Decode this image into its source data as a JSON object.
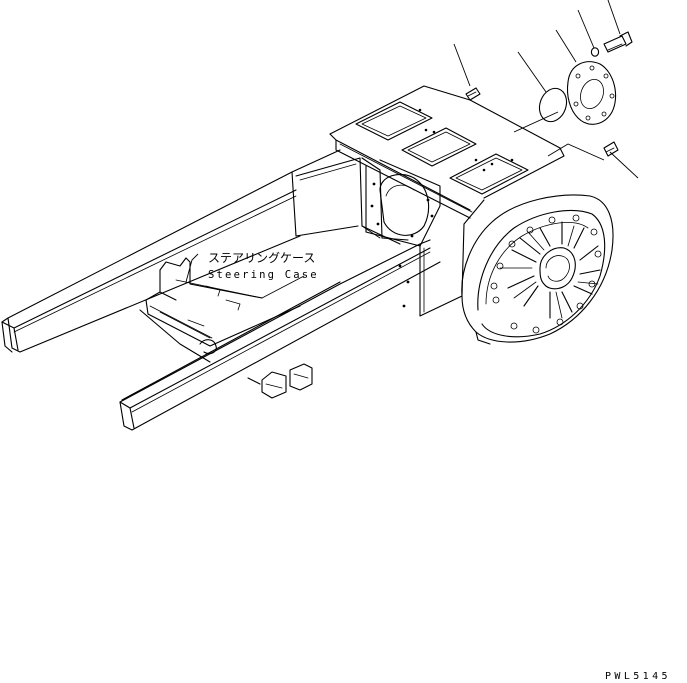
{
  "diagram": {
    "labels": {
      "part_name_jp": "ステアリングケース",
      "part_name_en": "Steering Case",
      "drawing_code": "PWL5145"
    },
    "colors": {
      "line": "#000000",
      "background": "#ffffff"
    }
  }
}
